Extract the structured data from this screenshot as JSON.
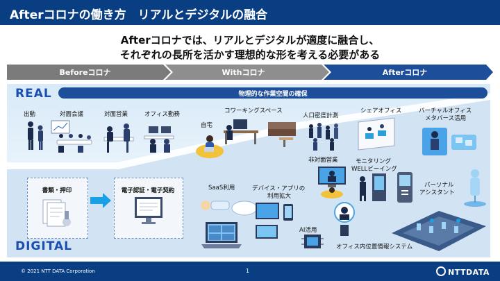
{
  "header": {
    "title": "Afterコロナの働き方　リアルとデジタルの融合"
  },
  "lead": {
    "line1": "Afterコロナでは、リアルとデジタルが適度に融合し、",
    "line2": "それぞれの長所を活かす理想的な形を考える必要がある"
  },
  "timeline": {
    "before": "Beforeコロナ",
    "with": "Withコロナ",
    "after": "Afterコロナ"
  },
  "zones": {
    "real": "REAL",
    "digital": "DIGITAL"
  },
  "physical_bar": "物理的な作業空間の確保",
  "real_items": {
    "shutsudo": "出動",
    "taimen_kaigi": "対面会議",
    "taimen_eigyo": "対面営業",
    "office_kinmu": "オフィス勤務",
    "jitaku": "自宅",
    "coworking": "コワーキングスペース",
    "jinko_mitsudo": "人口密度計測",
    "share_office": "シェアオフィス",
    "virtual_office_1": "バーチャルオフィス",
    "virtual_office_2": "メタバース活用",
    "hitaimen": "非対面営業",
    "monitoring_1": "モニタリング",
    "monitoring_2": "WELLビーイング",
    "personal_1": "パーソナル",
    "personal_2": "アシスタント"
  },
  "digital_items": {
    "shorui": "書類・押印",
    "denshi": "電子認証・電子契約",
    "saas": "SaaS利用",
    "device_1": "デバイス・アプリの",
    "device_2": "利用拡大",
    "ai": "AI活用",
    "office_location": "オフィス内位置情報システム"
  },
  "footer": {
    "copyright": "© 2021 NTT DATA Corporation",
    "page": "1",
    "logo": "NTTDATA"
  },
  "colors": {
    "navy": "#0a3e82",
    "arrow_before": "#7a7a7a",
    "arrow_with": "#8c8c8c",
    "arrow_after": "#1c4e9a",
    "zone_text": "#1a4fb0",
    "panel_light": "#e9f3fb"
  }
}
